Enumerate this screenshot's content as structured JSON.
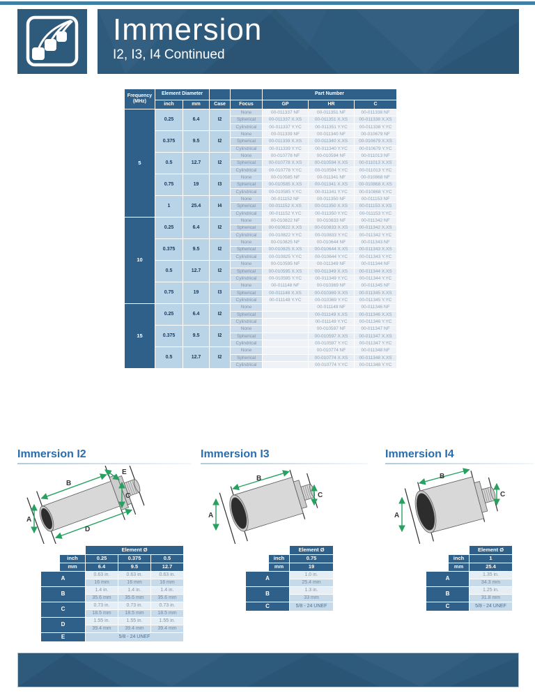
{
  "colors": {
    "banner": "#2e5a7c",
    "head": "#2e608a",
    "freq": "#2e608a",
    "light": "#b9d3e7",
    "focus": "#cadcec",
    "part_a": "#eff3f8",
    "part_b": "#e5ecf4",
    "title": "#2a6dae",
    "arrow": "#27a060",
    "strip": "#4180a5"
  },
  "header": {
    "title": "Immersion",
    "subtitle": "I2, I3, I4 Continued",
    "logo_icon": "transducer-logo-icon"
  },
  "main_table": {
    "headers": {
      "frequency_line1": "Frequency",
      "frequency_line2": "(MHz)",
      "element_diameter": "Element Diameter",
      "inch": "inch",
      "mm": "mm",
      "case": "Case",
      "focus": "Focus",
      "part_number": "Part Number",
      "gp": "GP",
      "hr": "HR",
      "c": "C"
    },
    "focus_labels": [
      "None",
      "Spherical",
      "Cylindrical"
    ],
    "part_suffixes": [
      "NF",
      "X.XS",
      "Y.YC"
    ],
    "groups": [
      {
        "frequency": "5",
        "rows": [
          {
            "inch": "0.25",
            "mm": "6.4",
            "case": "I2",
            "gp": "00-011337",
            "hr": "00-011351",
            "c": "00-011338"
          },
          {
            "inch": "0.375",
            "mm": "9.5",
            "case": "I2",
            "gp": "00-011339",
            "hr": "00-011340",
            "c": "00-010679"
          },
          {
            "inch": "0.5",
            "mm": "12.7",
            "case": "I2",
            "gp": "00-010778",
            "hr": "00-010594",
            "c": "00-011013"
          },
          {
            "inch": "0.75",
            "mm": "19",
            "case": "I3",
            "gp": "00-010585",
            "hr": "00-011341",
            "c": "00-010868"
          },
          {
            "inch": "1",
            "mm": "25.4",
            "case": "I4",
            "gp": "00-011152",
            "hr": "00-011350",
            "c": "00-011153"
          }
        ]
      },
      {
        "frequency": "10",
        "rows": [
          {
            "inch": "0.25",
            "mm": "6.4",
            "case": "I2",
            "gp": "00-010822",
            "hr": "00-010833",
            "c": "00-011342"
          },
          {
            "inch": "0.375",
            "mm": "9.5",
            "case": "I2",
            "gp": "00-010825",
            "hr": "00-010644",
            "c": "00-011343"
          },
          {
            "inch": "0.5",
            "mm": "12.7",
            "case": "I2",
            "gp": "00-010595",
            "hr": "00-011349",
            "c": "00-011344"
          },
          {
            "inch": "0.75",
            "mm": "19",
            "case": "I3",
            "gp": "00-011148",
            "hr": "00-010369",
            "c": "00-011345"
          }
        ]
      },
      {
        "frequency": "15",
        "rows": [
          {
            "inch": "0.25",
            "mm": "6.4",
            "case": "I2",
            "gp": "",
            "hr": "00-011149",
            "c": "00-011346"
          },
          {
            "inch": "0.375",
            "mm": "9.5",
            "case": "I2",
            "gp": "",
            "hr": "00-010597",
            "c": "00-011347"
          },
          {
            "inch": "0.5",
            "mm": "12.7",
            "case": "I2",
            "gp": "",
            "hr": "00-010774",
            "c": "00-011348"
          }
        ]
      }
    ]
  },
  "sections": [
    {
      "id": "i2",
      "title": "Immersion I2",
      "diagram_dims": [
        "A",
        "B",
        "C",
        "D",
        "E"
      ],
      "table": {
        "header": "Element Ø",
        "inch_label": "inch",
        "mm_label": "mm",
        "columns": [
          {
            "inch": "0.25",
            "mm": "6.4"
          },
          {
            "inch": "0.375",
            "mm": "9.5"
          },
          {
            "inch": "0.5",
            "mm": "12.7"
          }
        ],
        "rows": [
          {
            "label": "A",
            "in": "0.63 in.",
            "mm": "16 mm"
          },
          {
            "label": "B",
            "in": "1.4 in.",
            "mm": "35.6 mm"
          },
          {
            "label": "C",
            "in": "0.73 in.",
            "mm": "18.5 mm"
          },
          {
            "label": "D",
            "in": "1.55 in.",
            "mm": "39.4 mm"
          }
        ],
        "thread_row": {
          "label": "E",
          "value": "5/8 - 24 UNEF"
        }
      }
    },
    {
      "id": "i3",
      "title": "Immersion I3",
      "diagram_dims": [
        "A",
        "B",
        "C"
      ],
      "table": {
        "header": "Element Ø",
        "inch_label": "inch",
        "mm_label": "mm",
        "columns": [
          {
            "inch": "0.75",
            "mm": "19"
          }
        ],
        "rows": [
          {
            "label": "A",
            "in": "1.0 in.",
            "mm": "25.4 mm"
          },
          {
            "label": "B",
            "in": "1.3 in.",
            "mm": "33 mm"
          }
        ],
        "thread_row": {
          "label": "C",
          "value": "5/8 - 24 UNEF"
        }
      }
    },
    {
      "id": "i4",
      "title": "Immersion I4",
      "diagram_dims": [
        "A",
        "B",
        "C"
      ],
      "table": {
        "header": "Element Ø",
        "inch_label": "inch",
        "mm_label": "mm",
        "columns": [
          {
            "inch": "1",
            "mm": "25.4"
          }
        ],
        "rows": [
          {
            "label": "A",
            "in": "1.35 in.",
            "mm": "34.3 mm"
          },
          {
            "label": "B",
            "in": "1.25 in.",
            "mm": "31.8 mm"
          }
        ],
        "thread_row": {
          "label": "C",
          "value": "5/8 - 24 UNEF"
        }
      }
    }
  ]
}
